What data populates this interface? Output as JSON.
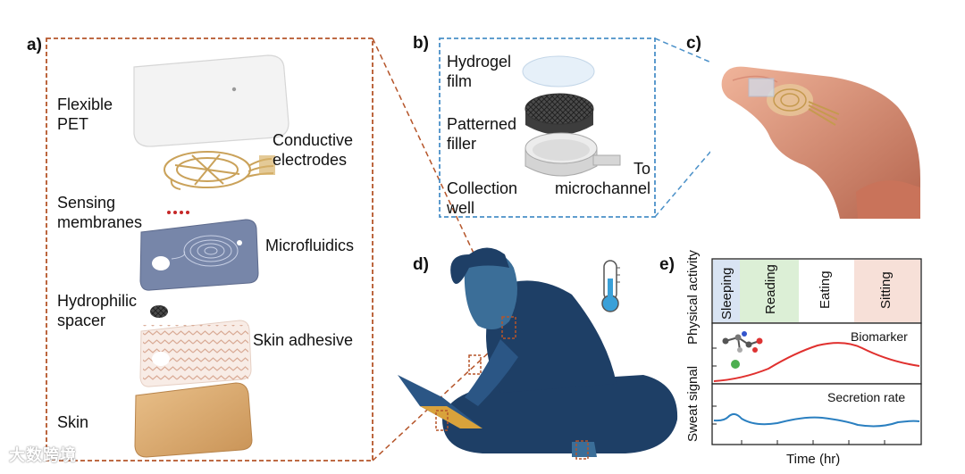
{
  "panel_labels": {
    "a": "a)",
    "b": "b)",
    "c": "c)",
    "d": "d)",
    "e": "e)"
  },
  "panel_a": {
    "flexible_pet": [
      "Flexible",
      "PET"
    ],
    "conductive_electrodes": [
      "Conductive",
      "electrodes"
    ],
    "sensing_membranes": [
      "Sensing",
      "membranes"
    ],
    "microfluidics": "Microfluidics",
    "hydrophilic_spacer": [
      "Hydrophilic",
      "spacer"
    ],
    "skin_adhesive": "Skin adhesive",
    "skin": "Skin"
  },
  "panel_b": {
    "hydrogel_film": [
      "Hydrogel",
      "film"
    ],
    "patterned_filler": [
      "Patterned",
      "filler"
    ],
    "collection_well": [
      "Collection",
      "well"
    ],
    "to_microchannel": [
      "To",
      "microchannel"
    ]
  },
  "panel_e": {
    "physical_activity_label": "Physical activity",
    "sweat_signal_label": "Sweat signal",
    "activities": [
      "Sleeping",
      "Reading",
      "Eating",
      "Sitting"
    ],
    "biomarker_label": "Biomarker",
    "secretion_rate_label": "Secretion rate",
    "time_label": "Time (hr)"
  },
  "colors": {
    "frame_a": "#b5552a",
    "frame_b": "#4a90c8",
    "biomarker_line": "#e0302e",
    "secretion_line": "#2a7fc0",
    "sleeping_bg": "#d9e4f3",
    "reading_bg": "#dcefd6",
    "sitting_bg": "#f7e0d8",
    "figure_dark": "#1e3f66",
    "figure_mid": "#3b6e98"
  },
  "watermark": "大数跨境"
}
